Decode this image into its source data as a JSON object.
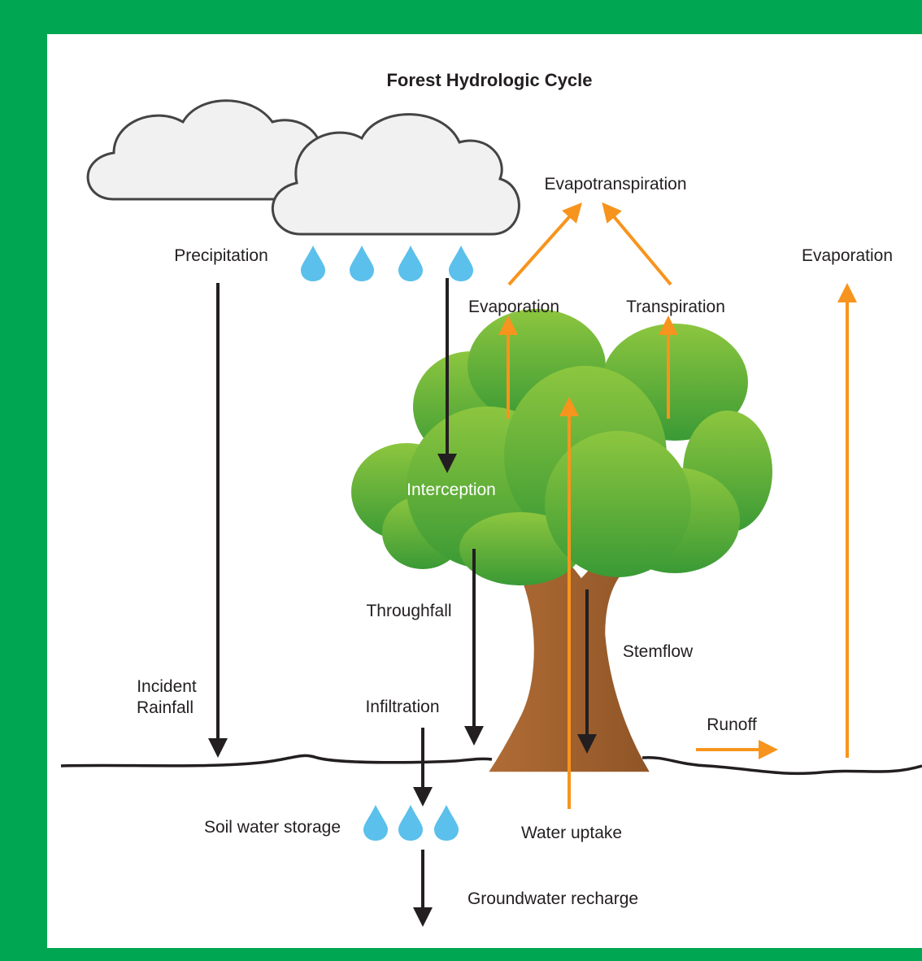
{
  "title": "Forest Hydrologic Cycle",
  "labels": {
    "evapotranspiration": "Evapotranspiration",
    "evaporation_right": "Evaporation",
    "precipitation": "Precipitation",
    "evaporation_canopy": "Evaporation",
    "transpiration": "Transpiration",
    "interception": "Interception",
    "throughfall": "Throughfall",
    "stemflow": "Stemflow",
    "incident_rainfall_line1": "Incident",
    "incident_rainfall_line2": "Rainfall",
    "infiltration": "Infiltration",
    "runoff": "Runoff",
    "soil_water_storage": "Soil water storage",
    "water_uptake": "Water uptake",
    "groundwater_recharge": "Groundwater recharge"
  },
  "colors": {
    "frame": "#00a651",
    "orange_arrow": "#f7941d",
    "black_arrow": "#231f20",
    "droplet": "#5bc0eb",
    "canopy_top": "#8dc63f",
    "canopy_bottom": "#39a136",
    "trunk": "#a0612f",
    "cloud_fill": "#f1f1f1",
    "cloud_stroke": "#444444"
  },
  "icons": {
    "cloud": "cloud-icon",
    "droplet": "water-drop-icon",
    "tree": "tree-icon"
  }
}
